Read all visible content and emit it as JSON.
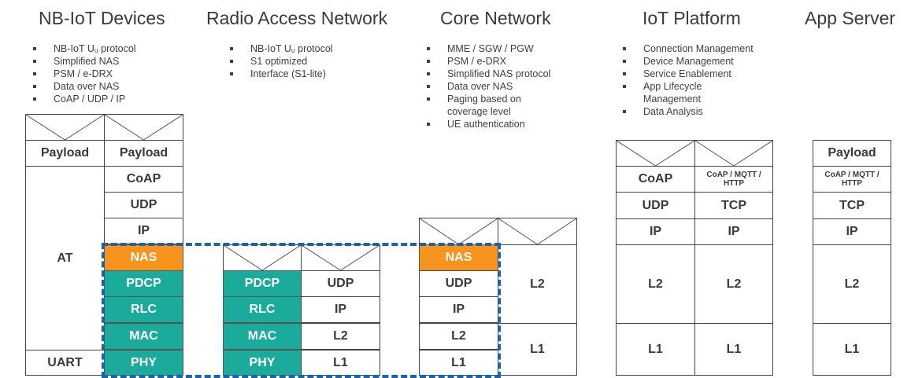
{
  "columns": {
    "devices": {
      "title": "NB-IoT Devices",
      "bullets": [
        "NB-IoT Uᵤ protocol",
        "Simplified NAS",
        "PSM / e-DRX",
        "Data over NAS",
        "CoAP / UDP / IP"
      ]
    },
    "ran": {
      "title": "Radio Access Network",
      "bullets": [
        "NB-IoT Uᵤ protocol",
        "S1 optimized",
        "Interface (S1-lite)"
      ]
    },
    "core": {
      "title": "Core Network",
      "bullets": [
        "MME / SGW / PGW",
        "PSM / e-DRX",
        "Simplified NAS protocol",
        "Data over NAS",
        "Paging based on coverage level",
        "UE authentication"
      ]
    },
    "iot": {
      "title": "IoT Platform",
      "bullets": [
        "Connection Management",
        "Device Management",
        "Service Enablement",
        "App Lifecycle Management",
        "Data Analysis"
      ]
    },
    "app": {
      "title": "App Server"
    }
  },
  "stacks": {
    "device_left": {
      "payload": "Payload",
      "at": "AT",
      "uart": "UART"
    },
    "device_right": {
      "payload": "Payload",
      "coap": "CoAP",
      "udp": "UDP",
      "ip": "IP",
      "nas": "NAS",
      "pdcp": "PDCP",
      "rlc": "RLC",
      "mac": "MAC",
      "phy": "PHY"
    },
    "ran_left": {
      "pdcp": "PDCP",
      "rlc": "RLC",
      "mac": "MAC",
      "phy": "PHY"
    },
    "ran_right": {
      "udp": "UDP",
      "ip": "IP",
      "l2": "L2",
      "l1": "L1"
    },
    "core_left": {
      "nas": "NAS",
      "udp": "UDP",
      "ip": "IP",
      "l2": "L2",
      "l1": "L1"
    },
    "core_right": {
      "l2": "L2",
      "l1": "L1"
    },
    "iot_left": {
      "coap": "CoAP",
      "udp": "UDP",
      "ip": "IP",
      "l2": "L2",
      "l1": "L1"
    },
    "iot_right": {
      "coap": "CoAP / MQTT / HTTP",
      "tcp": "TCP",
      "ip": "IP",
      "l2": "L2",
      "l1": "L1"
    },
    "app": {
      "payload": "Payload",
      "coap": "CoAP / MQTT / HTTP",
      "tcp": "TCP",
      "ip": "IP",
      "l2": "L2",
      "l1": "L1"
    }
  },
  "colors": {
    "nas": "#f7941d",
    "lower_layers": "#1aab9b",
    "dashed_box": "#1b62a8"
  }
}
